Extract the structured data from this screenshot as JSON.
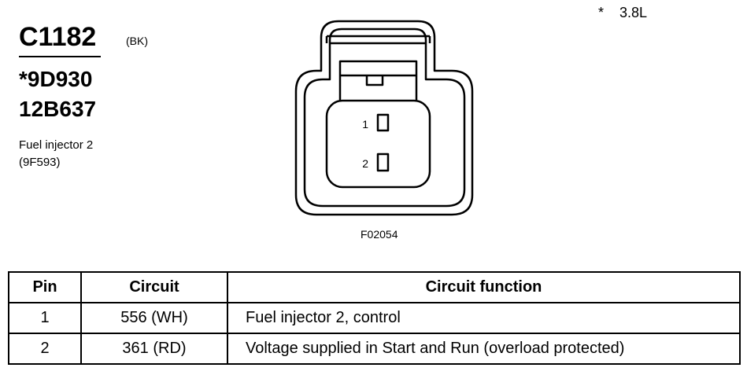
{
  "connector": {
    "id": "C1182",
    "color": "(BK)",
    "part_numbers": [
      "*9D930",
      "12B637"
    ],
    "component_name": "Fuel injector 2",
    "component_code": "(9F593)"
  },
  "engine_note": "*    3.8L",
  "figure_code": "F02054",
  "pin_labels": [
    "1",
    "2"
  ],
  "table": {
    "headers": {
      "pin": "Pin",
      "circuit": "Circuit",
      "function": "Circuit function"
    },
    "rows": [
      {
        "pin": "1",
        "circuit": "556 (WH)",
        "function": "Fuel injector 2, control"
      },
      {
        "pin": "2",
        "circuit": "361 (RD)",
        "function": "Voltage supplied in Start and Run (overload protected)"
      }
    ]
  }
}
